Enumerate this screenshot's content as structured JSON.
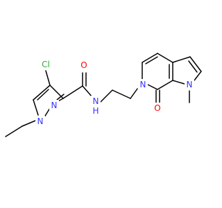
{
  "molecule": {
    "colors": {
      "bond": "#000000",
      "nitrogen": "#3333ff",
      "oxygen": "#ff0000",
      "chlorine": "#33aa33",
      "background": "#ffffff"
    },
    "atoms": {
      "cl": {
        "symbol": "Cl",
        "color": "#33aa33"
      },
      "o_amide": {
        "symbol": "O",
        "color": "#ff0000"
      },
      "nh": {
        "symbol": "N",
        "hydrogen": "H",
        "color": "#3333ff"
      },
      "n_pyrazole_1": {
        "symbol": "N",
        "color": "#3333ff"
      },
      "n_pyrazole_2": {
        "symbol": "N",
        "color": "#3333ff"
      },
      "n_pyridinone": {
        "symbol": "N",
        "color": "#3333ff"
      },
      "o_lactam": {
        "symbol": "O",
        "color": "#ff0000"
      },
      "n_pyrrole": {
        "symbol": "N",
        "color": "#3333ff"
      }
    }
  }
}
